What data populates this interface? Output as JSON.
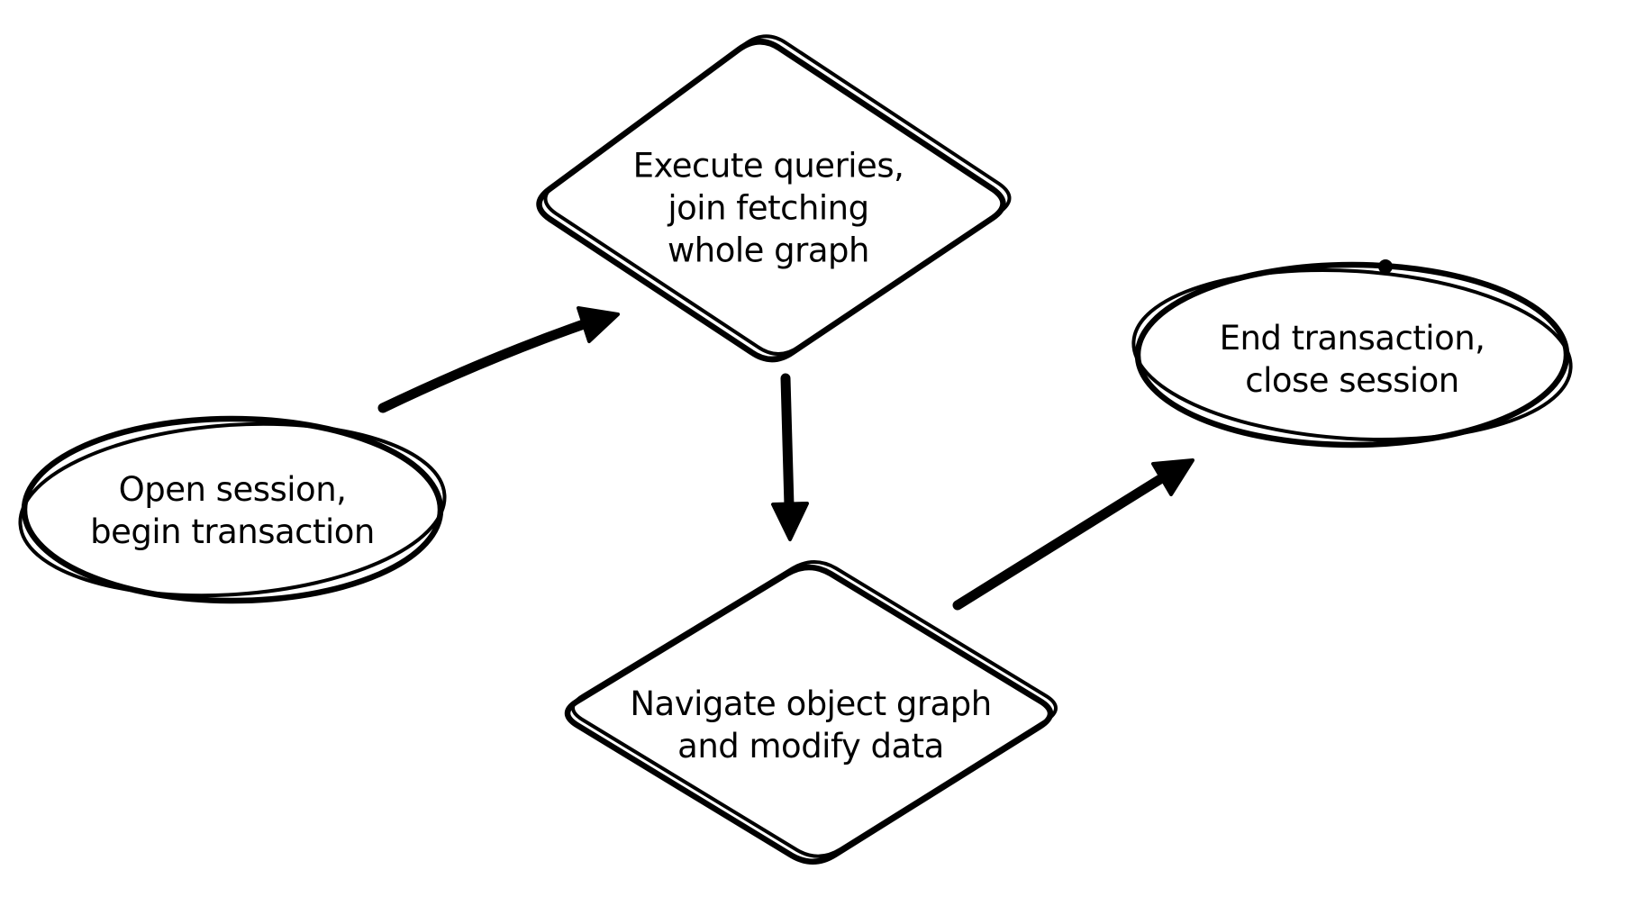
{
  "diagram": {
    "style": "hand-drawn-flowchart",
    "background_color": "#ffffff",
    "stroke_color": "#000000",
    "nodes": [
      {
        "id": "open-session",
        "shape": "ellipse",
        "lines": [
          "Open session,",
          "begin transaction"
        ]
      },
      {
        "id": "execute-queries",
        "shape": "diamond",
        "lines": [
          "Execute queries,",
          "join fetching",
          "whole graph"
        ]
      },
      {
        "id": "navigate-modify",
        "shape": "diamond",
        "lines": [
          "Navigate object graph",
          "and modify data"
        ]
      },
      {
        "id": "end-transaction",
        "shape": "ellipse",
        "lines": [
          "End transaction,",
          "close session"
        ]
      }
    ],
    "edges": [
      {
        "from": "open-session",
        "to": "execute-queries",
        "direction": "up-right",
        "arrowhead": "solid-triangle"
      },
      {
        "from": "execute-queries",
        "to": "navigate-modify",
        "direction": "down",
        "arrowhead": "solid-triangle"
      },
      {
        "from": "navigate-modify",
        "to": "end-transaction",
        "direction": "up-right",
        "arrowhead": "solid-triangle"
      }
    ]
  }
}
